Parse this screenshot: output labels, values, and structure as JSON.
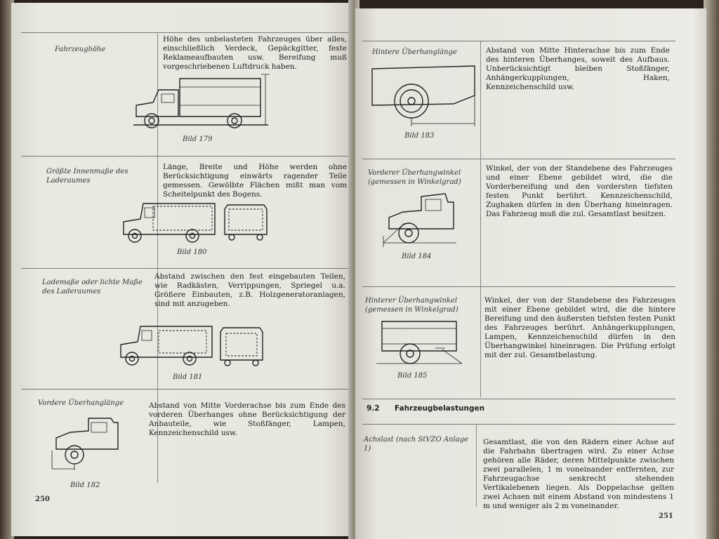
{
  "left_page": {
    "page_number": "250",
    "rows": [
      {
        "term": "Fahrzeughöhe",
        "description": "Höhe des unbelasteten Fahrzeuges über alles, einschließlich Verdeck, Gepäckgitter, feste Reklameaufbauten usw. Bereifung muß vorgeschriebenen Luftdruck haben.",
        "figure_caption": "Bild 179",
        "figure_icon": "truck-height-diagram"
      },
      {
        "term": "Größte Innenmaße des Laderaumes",
        "description": "Länge, Breite und Höhe werden ohne Berücksichtigung einwärts ragender Teile gemessen. Gewölbte Flächen mißt man vom Scheitelpunkt des Bogens.",
        "figure_caption": "Bild 180",
        "figure_icon": "van-interior-diagram"
      },
      {
        "term": "Lademaße oder lichte Maße des Laderaumes",
        "description": "Abstand zwischen den fest eingebauten Teilen, wie Radkästen, Verrippungen, Spriegel u.a. Größere Einbauten, z.B. Holzgeneratoranlagen, sind mit anzugeben.",
        "figure_caption": "Bild 181",
        "figure_icon": "van-load-diagram"
      },
      {
        "term": "Vordere Überhanglänge",
        "description": "Abstand von Mitte Vorderachse bis zum Ende des vorderen Überhanges ohne Berücksichtigung der Anbauteile, wie Stoßfänger, Lampen, Kennzeichenschild usw.",
        "figure_caption": "Bild 182",
        "figure_icon": "front-overhang-diagram"
      }
    ]
  },
  "right_page": {
    "page_number": "251",
    "rows": [
      {
        "term": "Hintere Überhanglänge",
        "description": "Abstand von Mitte Hinterachse bis zum Ende des hinteren Überhanges, soweit des Aufbaus. Unberücksichtigt bleiben Stoßfänger, Anhängerkupplungen, Haken, Kennzeichenschild usw.",
        "figure_caption": "Bild 183",
        "figure_icon": "rear-overhang-diagram"
      },
      {
        "term": "Vorderer Überhangwinkel (gemessen in Winkelgrad)",
        "description": "Winkel, der von der Standebene des Fahrzeuges und einer Ebene gebildet wird, die die Vorderbereifung und den vordersten tiefsten festen Punkt berührt. Kennzeichenschild, Zughaken dürfen in den Überhang hineinragen. Das Fahrzeug muß die zul. Gesamtlast besitzen.",
        "figure_caption": "Bild 184",
        "figure_icon": "front-angle-diagram"
      },
      {
        "term": "Hinterer Überhangwinkel (gemessen in Winkelgrad)",
        "description": "Winkel, der von der Standebene des Fahrzeuges mit einer Ebene gebildet wird, die die hintere Bereifung und den äußersten tiefsten festen Punkt des Fahrzeuges berührt. Anhängerkupplungen, Lampen, Kennzeichenschild dürfen in den Überhangwinkel hineinragen. Die Prüfung erfolgt mit der zul. Gesamtbelastung.",
        "figure_caption": "Bild 185",
        "figure_icon": "rear-angle-diagram"
      }
    ],
    "section": {
      "number": "9.2",
      "title": "Fahrzeugbelastungen"
    },
    "section_rows": [
      {
        "term": "Achslast (nach StVZO Anlage 1)",
        "description": "Gesamtlast, die von den Rädern einer Achse auf die Fahrbahn übertragen wird. Zu einer Achse gehören alle Räder, deren Mittelpunkte zwischen zwei parallelen, 1 m voneinander entfernten, zur Fahrzeugachse senkrecht stehenden Vertikalebenen liegen. Als Doppelachse gelten zwei Achsen mit einem Abstand von mindestens 1 m und weniger als 2 m voneinander."
      }
    ]
  }
}
